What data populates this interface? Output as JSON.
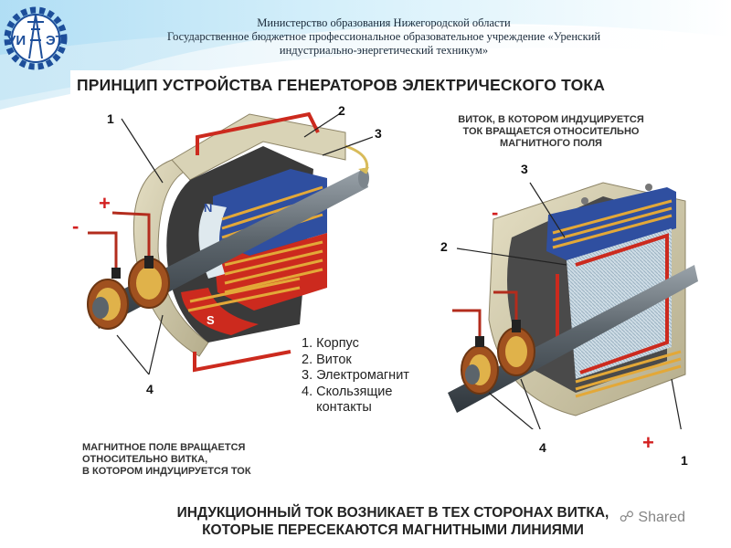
{
  "header": {
    "line1": "Министерство образования Нижегородской области",
    "line2": "Государственное бюджетное профессиональное образовательное учреждение «Уренский",
    "line3": "индустриально-энергетический техникум»"
  },
  "logo": {
    "text_left": "УИ",
    "text_right": "ЭТ"
  },
  "slide": {
    "title": "ПРИНЦИП УСТРОЙСТВА ГЕНЕРАТОРОВ ЭЛЕКТРИЧЕСКОГО ТОКА",
    "right_caption": [
      "ВИТОК, В КОТОРОМ ИНДУЦИРУЕТСЯ",
      "ТОК ВРАЩАЕТСЯ ОТНОСИТЕЛЬНО",
      "МАГНИТНОГО ПОЛЯ"
    ],
    "left_caption": [
      "МАГНИТНОЕ ПОЛЕ ВРАЩАЕТСЯ",
      "ОТНОСИТЕЛЬНО ВИТКА,",
      "В КОТОРОМ ИНДУЦИРУЕТСЯ ТОК"
    ],
    "legend": [
      "1. Корпус",
      "2. Виток",
      "3. Электромагнит",
      "4. Скользящие",
      "    контакты"
    ],
    "bottom": [
      "ИНДУКЦИОННЫЙ ТОК ВОЗНИКАЕТ В ТЕХ СТОРОНАХ ВИТКА,",
      "КОТОРЫЕ ПЕРЕСЕКАЮТСЯ МАГНИТНЫМИ ЛИНИЯМИ"
    ],
    "left_labels": {
      "n1": "1",
      "n2": "2",
      "n3": "3",
      "n4": "4",
      "plus": "+",
      "minus": "-"
    },
    "right_labels": {
      "n1": "1",
      "n2": "2",
      "n3": "3",
      "n4": "4",
      "plus": "+",
      "minus": "-"
    },
    "pole_n": "N",
    "pole_s": "S"
  },
  "watermark": {
    "brand": "Shared"
  },
  "colors": {
    "red": "#cc2a1e",
    "blue": "#2f4fa0",
    "copper": "#c7662a",
    "body": "#d6d0b4",
    "gold": "#e8b84a"
  }
}
